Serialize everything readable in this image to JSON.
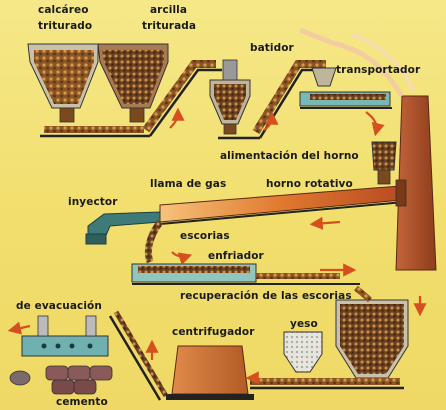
{
  "labels": {
    "calcareo": "calcáreo",
    "triturado": "triturado",
    "arcilla": "arcilla",
    "triturada": "triturada",
    "batidor": "batidor",
    "transportador": "transportador",
    "alimentacion": "alimentación del horno",
    "llama": "llama de gas",
    "horno": "horno rotativo",
    "inyector": "inyector",
    "escorias": "escorias",
    "enfriador": "enfriador",
    "recuperacion": "recuperación de las escorias",
    "evacuacion": "de evacuación",
    "centrifugador": "centrifugador",
    "yeso": "yeso",
    "cemento": "cemento"
  },
  "colors": {
    "background": "#f3e27a",
    "material": "#7a4a1e",
    "material_dots": "#c98a3a",
    "structure": "#2a2a2a",
    "arrow": "#d4501e",
    "chimney": "#b5552c",
    "kiln": "#c9572a",
    "cooler": "#6fb0b0",
    "injector": "#3d7a78"
  }
}
